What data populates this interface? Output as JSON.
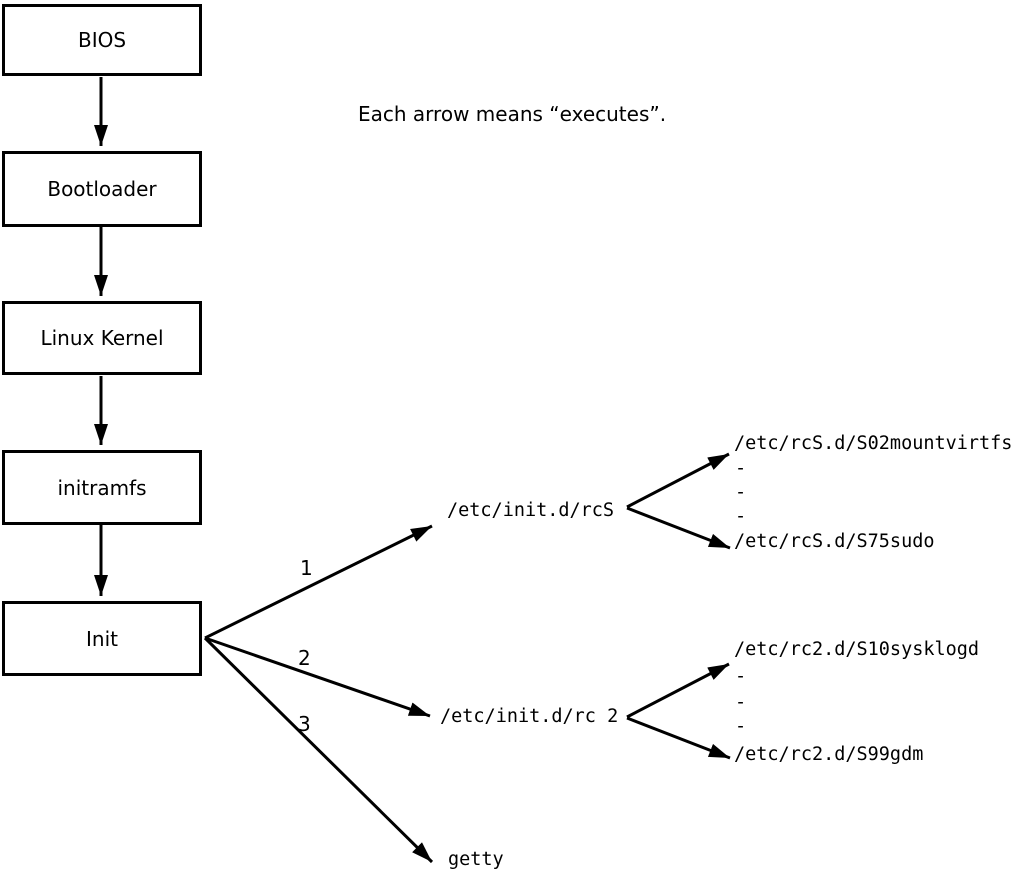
{
  "caption": "Each arrow means “executes”.",
  "nodes": [
    {
      "label": "BIOS"
    },
    {
      "label": "Bootloader"
    },
    {
      "label": "Linux Kernel"
    },
    {
      "label": "initramfs"
    },
    {
      "label": "Init"
    }
  ],
  "branches": {
    "labels": [
      "1",
      "2",
      "3"
    ],
    "rcS": {
      "name": "/etc/init.d/rcS",
      "child_first": "/etc/rcS.d/S02mountvirtfs",
      "ellipsis": [
        "-",
        "-",
        "-"
      ],
      "child_last": "/etc/rcS.d/S75sudo"
    },
    "rc2": {
      "name": "/etc/init.d/rc 2",
      "child_first": "/etc/rc2.d/S10sysklogd",
      "ellipsis": [
        "-",
        "-",
        "-"
      ],
      "child_last": "/etc/rc2.d/S99gdm"
    },
    "getty": {
      "name": "getty"
    }
  },
  "colors": {
    "line": "#000000",
    "background": "#ffffff"
  }
}
